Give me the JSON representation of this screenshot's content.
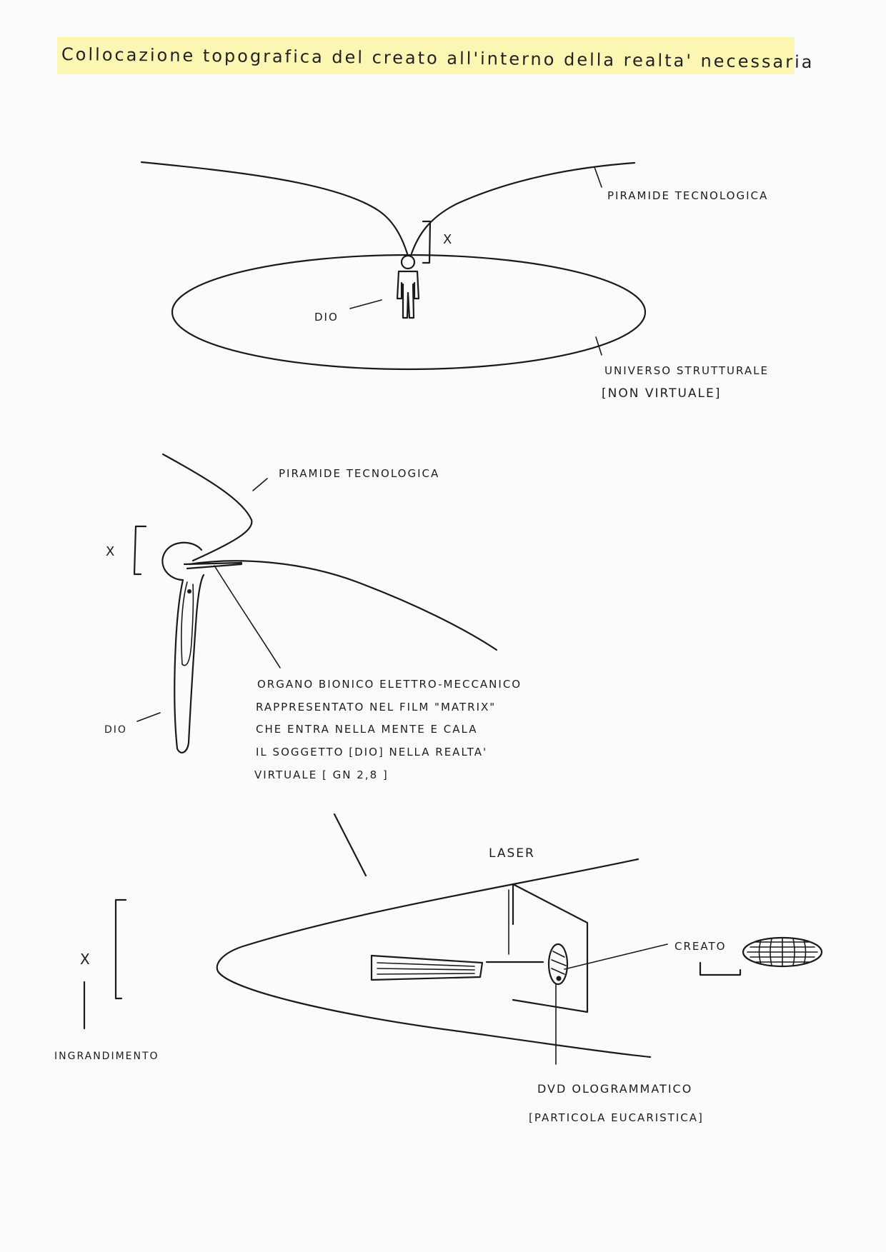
{
  "title": "Collocazione topografica del creato all'interno della realta' necessaria",
  "diagram1": {
    "pyramid_label": "PIRAMIDE TECNOLOGICA",
    "x_label": "X",
    "god_label": "DIO",
    "universe_label_line1": "UNIVERSO STRUTTURALE",
    "universe_label_line2": "[NON VIRTUALE]"
  },
  "diagram2": {
    "pyramid_label": "PIRAMIDE TECNOLOGICA",
    "x_label": "X",
    "god_label": "DIO",
    "organ_text": [
      "ORGANO BIONICO ELETTRO-MECCANICO",
      "RAPPRESENTATO NEL FILM \"MATRIX\"",
      "CHE ENTRA NELLA MENTE E CALA",
      "IL SOGGETTO [DIO] NELLA REALTA'",
      "VIRTUALE  [ GN 2,8 ]"
    ]
  },
  "diagram3": {
    "x_label": "X",
    "zoom_label": "INGRANDIMENTO",
    "laser_label": "LASER",
    "created_label": "CREATO",
    "dvd_label_line1": "DVD OLOGRAMMATICO",
    "dvd_label_line2": "[PARTICOLA EUCARISTICA]"
  }
}
